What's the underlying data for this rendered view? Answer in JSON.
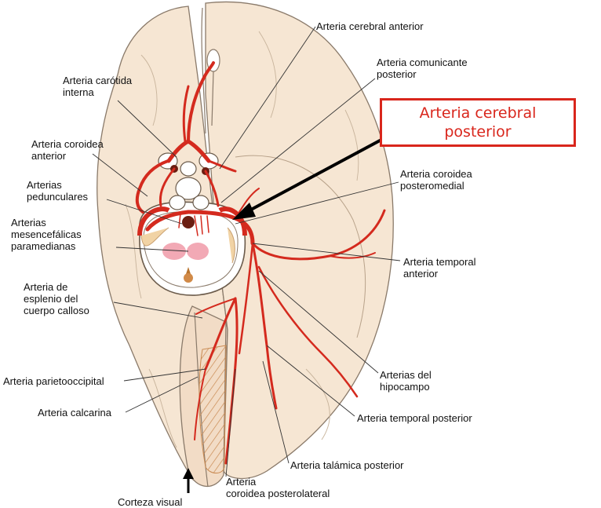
{
  "callout": {
    "text": "Arteria cerebral\nposterior"
  },
  "labels": {
    "cerebral_anterior": "Arteria cerebral anterior",
    "comunicante_posterior": "Arteria comunicante\nposterior",
    "carotida_interna": "Arteria carótida\ninterna",
    "coroidea_anterior": "Arteria coroidea\nanterior",
    "pedunculares": "Arterias\npedunculares",
    "mesencefalicas": "Arterias\nmesencefálicas\nparamedianas",
    "esplenio": "Arteria de\nesplenio del\ncuerpo calloso",
    "parietooccipital": "Arteria parietooccipital",
    "calcarina": "Arteria calcarina",
    "coroidea_posteromedial": "Arteria coroidea\nposteromedial",
    "temporal_anterior": "Arteria temporal\nanterior",
    "hipocampo": "Arterias del\nhipocampo",
    "temporal_posterior": "Arteria temporal posterior",
    "talamica_posterior": "Arteria talámica posterior",
    "coroidea_posterolateral": "Arteria\ncoroidea posterolateral",
    "corteza_visual": "Corteza visual"
  },
  "colors": {
    "brain_fill": "#f6e6d3",
    "brain_edge": "#8a7a6a",
    "artery": "#d42a1e",
    "callout": "#d9261c"
  }
}
